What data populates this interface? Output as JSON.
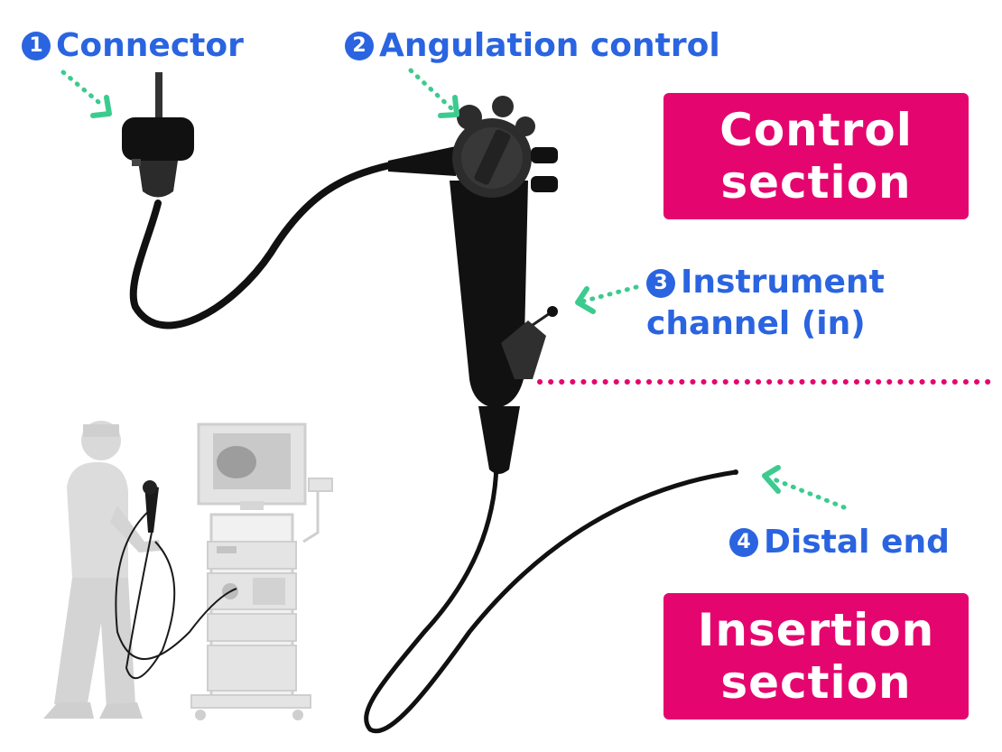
{
  "callouts": [
    {
      "number": "1",
      "label": "Connector"
    },
    {
      "number": "2",
      "label": "Angulation control"
    },
    {
      "number": "3",
      "label": [
        "Instrument",
        "channel (in)"
      ]
    },
    {
      "number": "4",
      "label": "Distal end"
    }
  ],
  "sections": {
    "control": [
      "Control",
      "section"
    ],
    "insertion": [
      "Insertion",
      "section"
    ]
  },
  "colors": {
    "callout_blue": "#2a64e0",
    "arrow_green": "#3ccb8f",
    "section_magenta": "#e4066e",
    "divider_dots": "#e4066e",
    "device_black": "#111111",
    "figure_gray": "#cfcfcf"
  }
}
